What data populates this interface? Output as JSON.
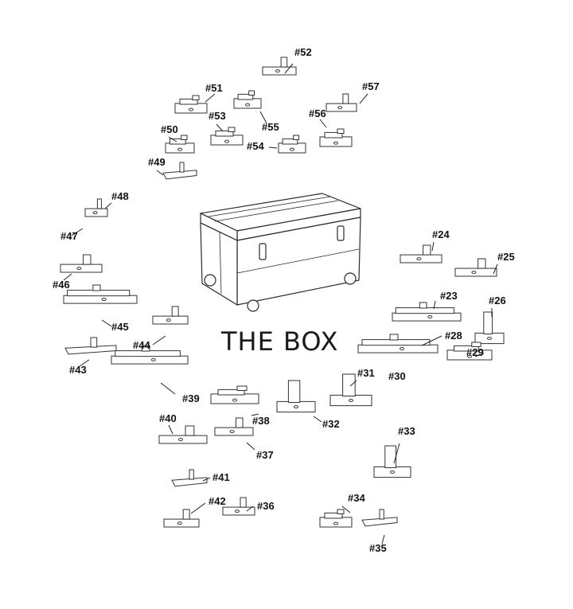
{
  "title": "THE BOX",
  "parts": [
    "#23",
    "#24",
    "#25",
    "#26",
    "#28",
    "#29",
    "#30",
    "#31",
    "#32",
    "#33",
    "#34",
    "#35",
    "#36",
    "#37",
    "#38",
    "#39",
    "#40",
    "#41",
    "#42",
    "#43",
    "#44",
    "#45",
    "#46",
    "#47",
    "#48",
    "#49",
    "#50",
    "#51",
    "#52",
    "#53",
    "#54",
    "#55",
    "#56",
    "#57"
  ]
}
